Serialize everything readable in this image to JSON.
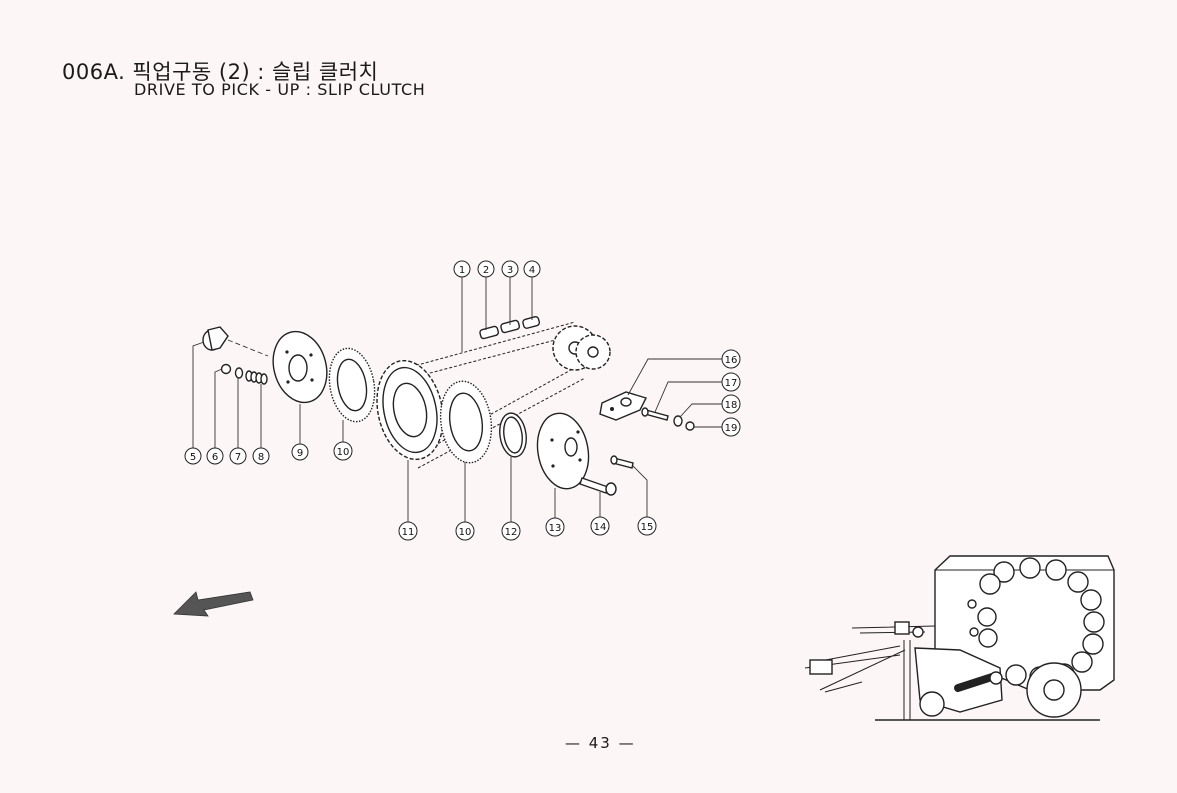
{
  "header": {
    "title_ko": "006A. 픽업구동 (2) : 슬립 클러치",
    "title_en": "DRIVE TO PICK - UP : SLIP CLUTCH"
  },
  "callouts": [
    "1",
    "2",
    "3",
    "4",
    "5",
    "6",
    "7",
    "8",
    "9",
    "10",
    "10",
    "11",
    "12",
    "13",
    "14",
    "15",
    "16",
    "17",
    "18",
    "19"
  ],
  "footer": {
    "page_number": "— 43 —"
  }
}
